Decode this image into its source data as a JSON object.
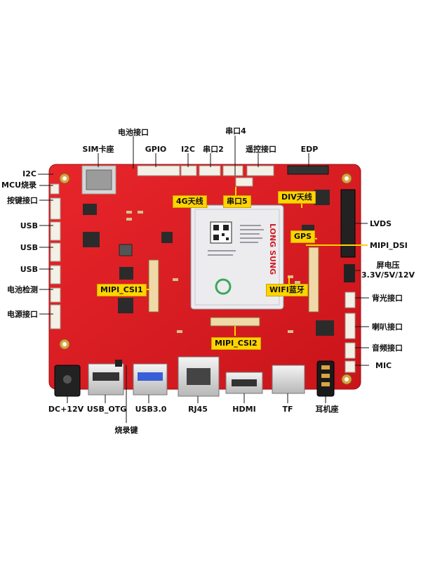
{
  "labels": {
    "battery_conn_top": "电池接口",
    "serial4": "串口4",
    "sim_slot": "SIM卡座",
    "gpio": "GPIO",
    "i2c_top": "I2C",
    "serial2": "串口2",
    "remote_conn": "遥控接口",
    "edp": "EDP",
    "i2c_left": "I2C",
    "mcu_burn": "MCU烧录",
    "key_conn": "按键接口",
    "usb_1": "USB",
    "usb_2": "USB",
    "usb_3": "USB",
    "battery_detect": "电池检测",
    "power_conn": "电源接口",
    "lvds": "LVDS",
    "mipi_dsi": "MIPI_DSI",
    "screen_voltage_line1": "屏电压",
    "screen_voltage_line2": "3.3V/5V/12V",
    "backlight_conn": "背光接口",
    "speaker_conn": "喇叭接口",
    "audio_conn": "音频接口",
    "mic": "MIC",
    "dc_12v": "DC+12V",
    "usb_otg": "USB_OTG",
    "usb30": "USB3.0",
    "rj45": "RJ45",
    "hdmi": "HDMI",
    "tf": "TF",
    "earphone_jack": "耳机座",
    "burn_key": "烧录键"
  },
  "tags": {
    "antenna_4g": "4G天线",
    "serial5": "串口5",
    "div_antenna": "DIV天线",
    "gps": "GPS",
    "mipi_csi1": "MIPI_CSI1",
    "wifi_bt": "WIFI蓝牙",
    "mipi_csi2": "MIPI_CSI2"
  },
  "module_text": {
    "brand": "LONG SUNG"
  },
  "colors": {
    "board": "#e0191f",
    "board_dark": "#b81218",
    "module": "#ebebee",
    "tag": "#ffd400"
  }
}
